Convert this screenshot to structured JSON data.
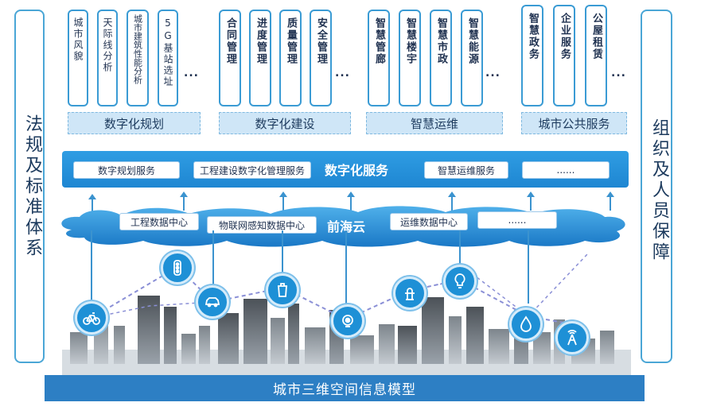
{
  "left_panel": {
    "label": "法规及标准体系"
  },
  "right_panel": {
    "label": "组织及人员保障"
  },
  "categories": [
    {
      "label": "数字化规划",
      "items": [
        "城市风貌",
        "天际线分析",
        "城市建筑性能分析",
        "5G基站选址"
      ],
      "more": "..."
    },
    {
      "label": "数字化建设",
      "items": [
        "合同管理",
        "进度管理",
        "质量管理",
        "安全管理"
      ],
      "more": "..."
    },
    {
      "label": "智慧运维",
      "items": [
        "智慧管廊",
        "智慧楼宇",
        "智慧市政",
        "智慧能源"
      ],
      "more": "..."
    },
    {
      "label": "城市公共服务",
      "items": [
        "智慧政务",
        "企业服务",
        "公屋租赁"
      ],
      "more": "..."
    }
  ],
  "service_bar": {
    "title": "数字化服务",
    "items": [
      "数字规划服务",
      "工程建设数字化管理服务",
      "智慧运维服务",
      "......"
    ]
  },
  "cloud": {
    "title": "前海云",
    "items": [
      "工程数据中心",
      "物联网感知数据中心",
      "运维数据中心",
      "......"
    ]
  },
  "iot_icons": [
    "bicycle-icon",
    "traffic-light-icon",
    "car-icon",
    "trash-bin-icon",
    "camera-icon",
    "fire-hydrant-icon",
    "lightbulb-icon",
    "water-drop-icon",
    "signal-tower-icon"
  ],
  "base": {
    "label": "城市三维空间信息模型"
  },
  "colors": {
    "primary": "#1e86d2",
    "light": "#cfe6f7",
    "ground": "#2d7fc4"
  }
}
